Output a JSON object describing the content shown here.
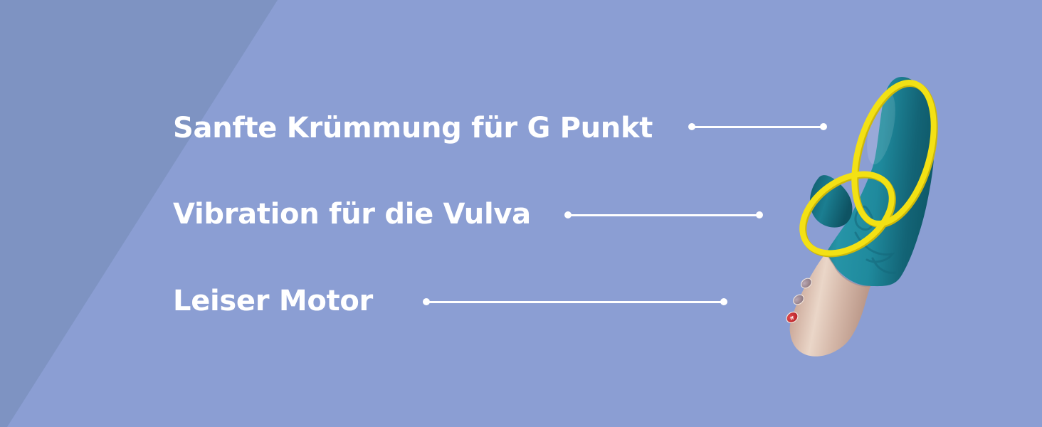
{
  "background": {
    "base_color": "#8B9ED3",
    "diagonal_color": "#7E93C2"
  },
  "text_color": "#FFFFFF",
  "features": [
    {
      "label": "Sanfte Krümmung für G Punkt"
    },
    {
      "label": "Vibration für die Vulva"
    },
    {
      "label": "Leiser Motor"
    }
  ],
  "product": {
    "name": "Rabbit-Vibrator mit gelber Kordel",
    "power_button_mark": "ff",
    "colors": {
      "body": "#1F8496",
      "cord": "#F3E114",
      "handle": "#D9BDB0",
      "power_button": "#C8232B"
    }
  }
}
